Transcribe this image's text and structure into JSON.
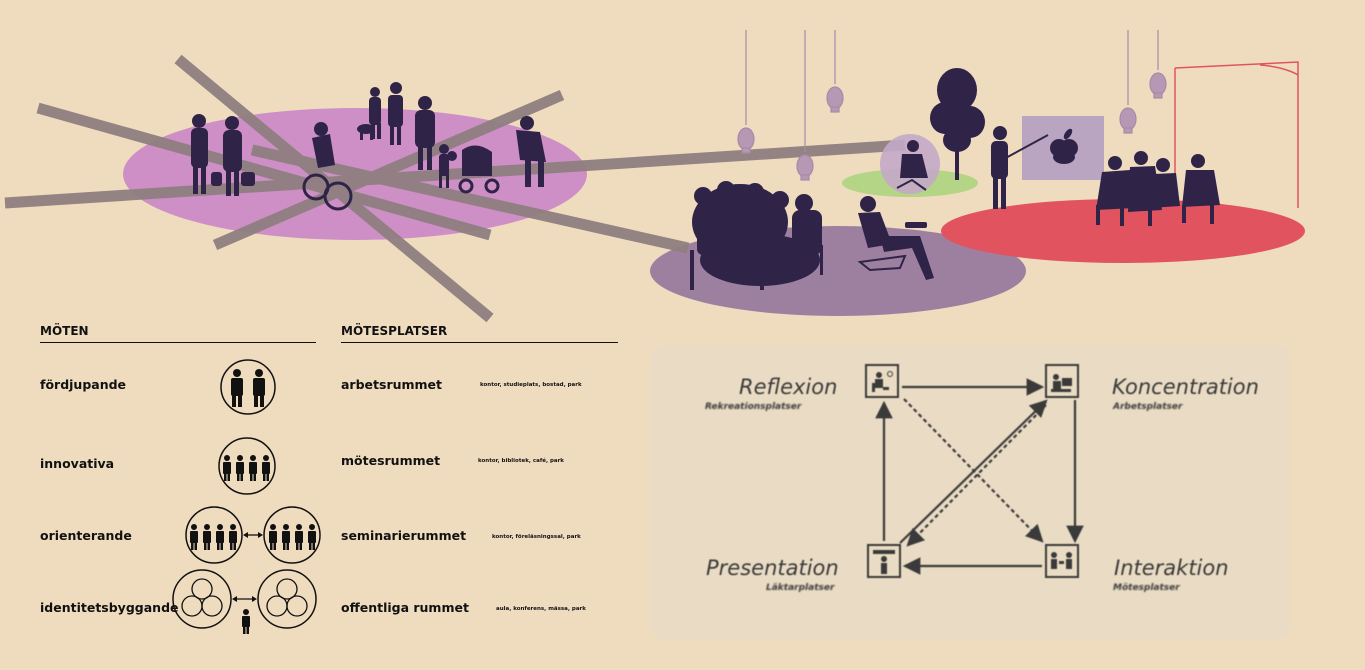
{
  "moten": {
    "header": "MÖTEN",
    "items": [
      {
        "label": "fördjupande",
        "icon": "two-people-circle-icon"
      },
      {
        "label": "innovativa",
        "icon": "four-people-circle-icon"
      },
      {
        "label": "orienterande",
        "icon": "two-groups-exchange-icon"
      },
      {
        "label": "identitetsbyggande",
        "icon": "identity-circles-icon"
      }
    ]
  },
  "motesplatser": {
    "header": "MÖTESPLATSER",
    "items": [
      {
        "label": "arbetsrummet",
        "places": "kontor, studieplats, bostad, park"
      },
      {
        "label": "mötesrummet",
        "places": "kontor, bibliotek, café, park"
      },
      {
        "label": "seminarierummet",
        "places": "kontor, föreläsningssal, park"
      },
      {
        "label": "offentliga rummet",
        "places": "aula, konferens, mässa, park"
      }
    ]
  },
  "diagram": {
    "nodes": [
      {
        "name": "Reflexion",
        "sub": "Rekreationsplatser",
        "icon": "armchair-person-icon"
      },
      {
        "name": "Koncentration",
        "sub": "Arbetsplatser",
        "icon": "desk-person-icon"
      },
      {
        "name": "Presentation",
        "sub": "Läktarplatser",
        "icon": "presenter-icon"
      },
      {
        "name": "Interaktion",
        "sub": "Mötesplatser",
        "icon": "meeting-people-icon"
      }
    ]
  },
  "colors": {
    "background": "#efdcbf",
    "zone_pink": "#cd8fc6",
    "zone_mauve": "#9d809f",
    "zone_red": "#e1545f",
    "zone_green": "#b4d486",
    "silhouette": "#2f2448",
    "line_grey": "#8f7f80",
    "bulb": "#b698b4"
  }
}
